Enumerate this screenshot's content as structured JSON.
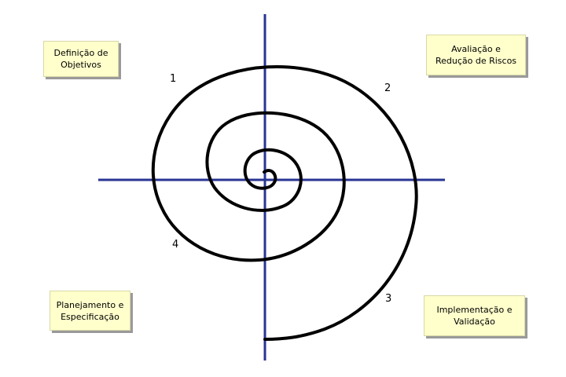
{
  "quadrants": {
    "top_left": {
      "lines": [
        "Definição de",
        "Objetivos"
      ]
    },
    "top_right": {
      "lines": [
        "Avaliação e",
        "Redução de Riscos"
      ]
    },
    "bottom_left": {
      "lines": [
        "Planejamento e",
        "Especificação"
      ]
    },
    "bottom_right": {
      "lines": [
        "Implementação e",
        "Validação"
      ]
    }
  },
  "phase_numbers": [
    "1",
    "2",
    "3",
    "4"
  ],
  "colors": {
    "axis": "#283593",
    "spiral": "#000000",
    "box_fill": "#ffffcc",
    "box_shadow": "#9a9a9a"
  }
}
